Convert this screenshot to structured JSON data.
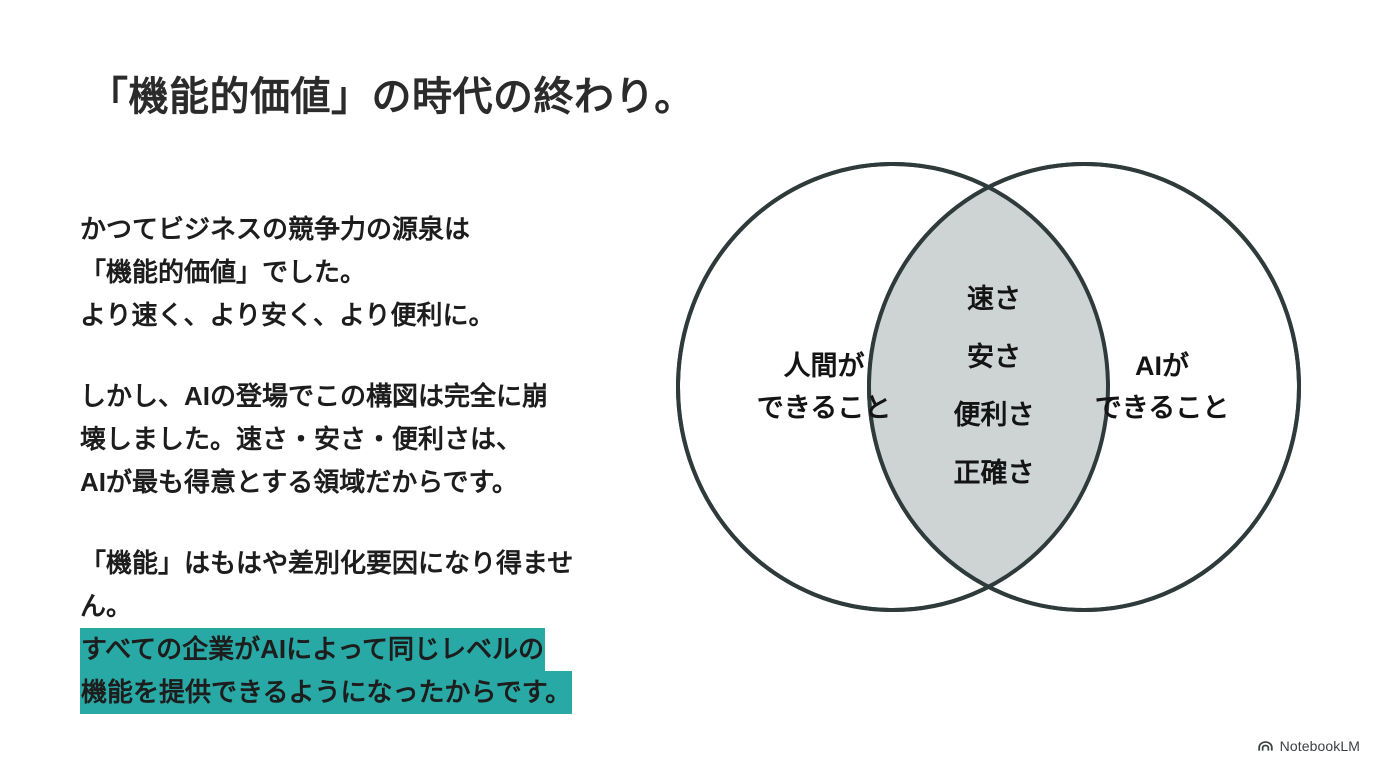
{
  "slide": {
    "title": "「機能的価値」の時代の終わり。",
    "background_color": "#ffffff",
    "text_color": "#1d1d1d",
    "highlight_color": "#29a9a5",
    "diagram_fill_color": "#ced4d4",
    "diagram_stroke_color": "#2f3a3a"
  },
  "body": {
    "paragraph1": {
      "line1": "かつてビジネスの競争力の源泉は",
      "line2": "「機能的価値」でした。",
      "line3": "より速く、より安く、より便利に。"
    },
    "paragraph2": {
      "line1": "しかし、AIの登場でこの構図は完全に崩",
      "line2": "壊しました。速さ・安さ・便利さは、",
      "line3": "AIが最も得意とする領域だからです。"
    },
    "paragraph3": {
      "line1": "「機能」はもはや差別化要因になり得ませ",
      "line2": "ん。",
      "highlighted_line1": "すべての企業がAIによって同じレベルの",
      "highlighted_line2": "機能を提供できるようになったからです。"
    }
  },
  "venn": {
    "left_label_line1": "人間が",
    "left_label_line2": "できること",
    "right_label_line1": "AIが",
    "right_label_line2": "できること",
    "intersection_items": [
      "速さ",
      "安さ",
      "便利さ",
      "正確さ"
    ]
  },
  "watermark": {
    "label": "NotebookLM",
    "icon": "notebooklm-icon"
  }
}
